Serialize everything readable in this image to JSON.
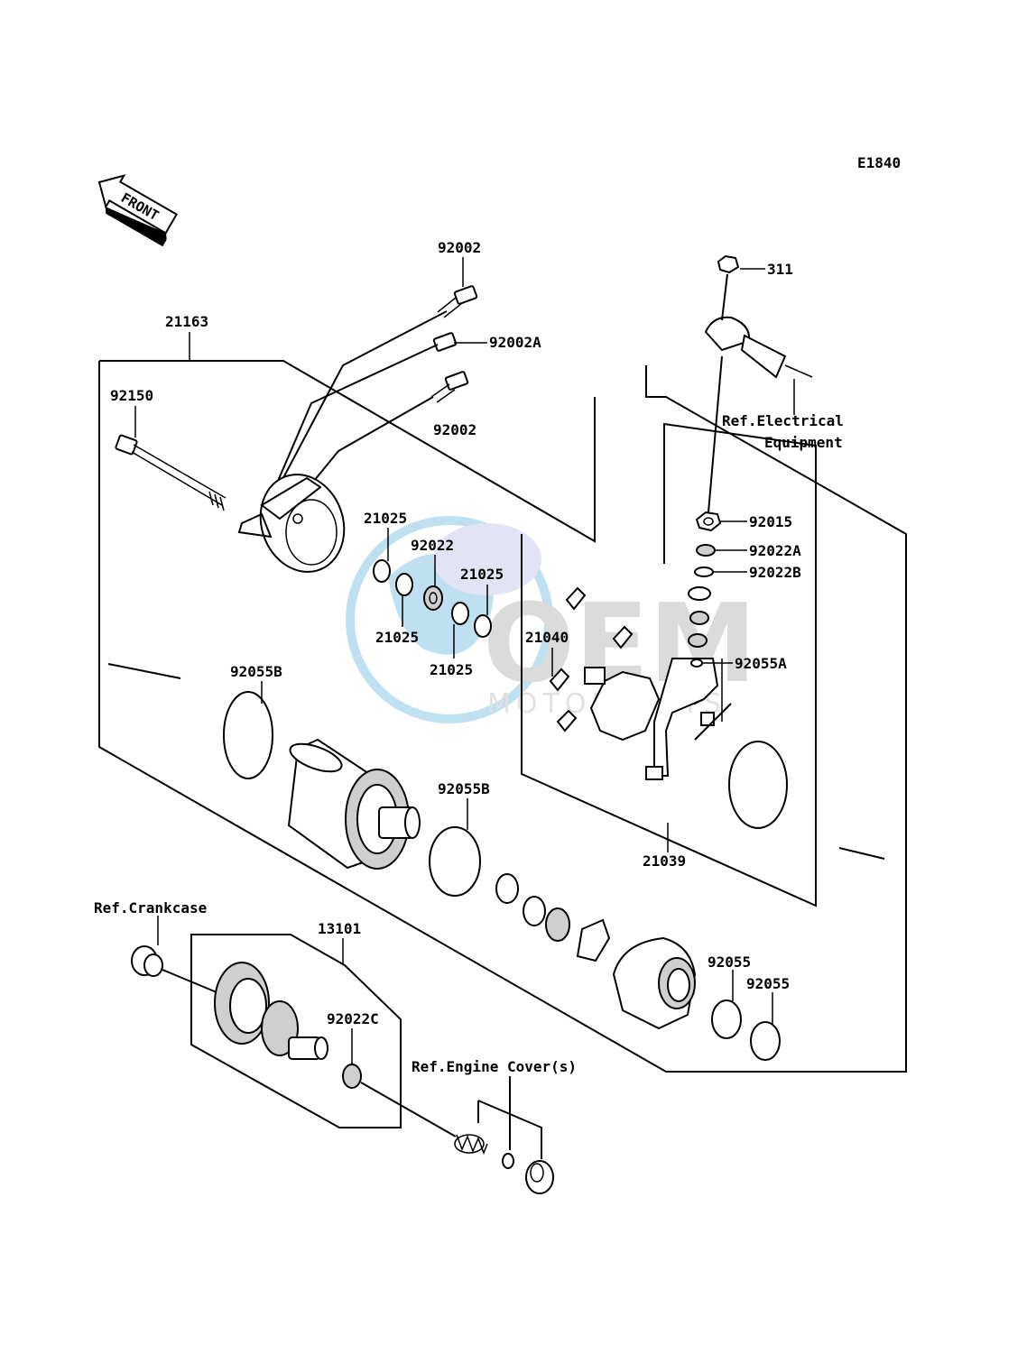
{
  "diagram_code": "E1840",
  "front_label": "FRONT",
  "watermark": {
    "brand": "OEM",
    "sub": "MOTORPARTS"
  },
  "labels": {
    "p92002_top": "92002",
    "p92002A": "92002A",
    "p92002_bot": "92002",
    "p21163": "21163",
    "p92150": "92150",
    "p311": "311",
    "ref_electrical_1": "Ref.Electrical",
    "ref_electrical_2": "Equipment",
    "p21025_a": "21025",
    "p92022": "92022",
    "p21025_b": "21025",
    "p21025_c": "21025",
    "p21025_d": "21025",
    "p21040": "21040",
    "p92015": "92015",
    "p92022A": "92022A",
    "p92022B": "92022B",
    "p92055A": "92055A",
    "p92055B_left": "92055B",
    "p92055B_mid": "92055B",
    "p21039": "21039",
    "ref_crankcase": "Ref.Crankcase",
    "p13101": "13101",
    "p92022C": "92022C",
    "p92055_a": "92055",
    "p92055_b": "92055",
    "ref_engine_cover": "Ref.Engine Cover(s)"
  }
}
